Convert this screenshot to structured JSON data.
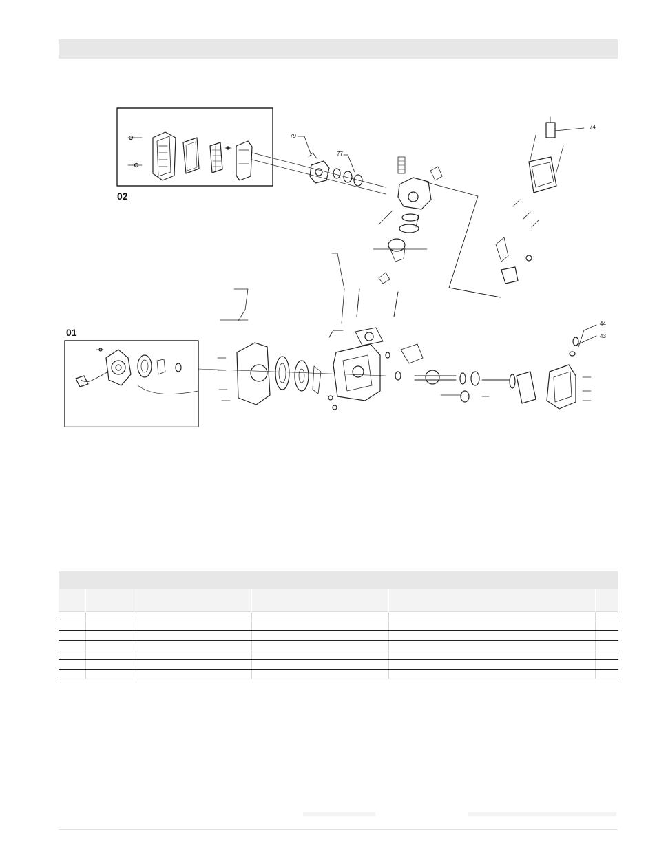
{
  "diagram": {
    "group_labels": {
      "group_01": "01",
      "group_02": "02"
    },
    "callouts": {
      "c74": "74",
      "c79": "79",
      "c77": "77",
      "c44": "44",
      "c43": "43"
    }
  },
  "parts_table": {
    "row_count": 7
  }
}
